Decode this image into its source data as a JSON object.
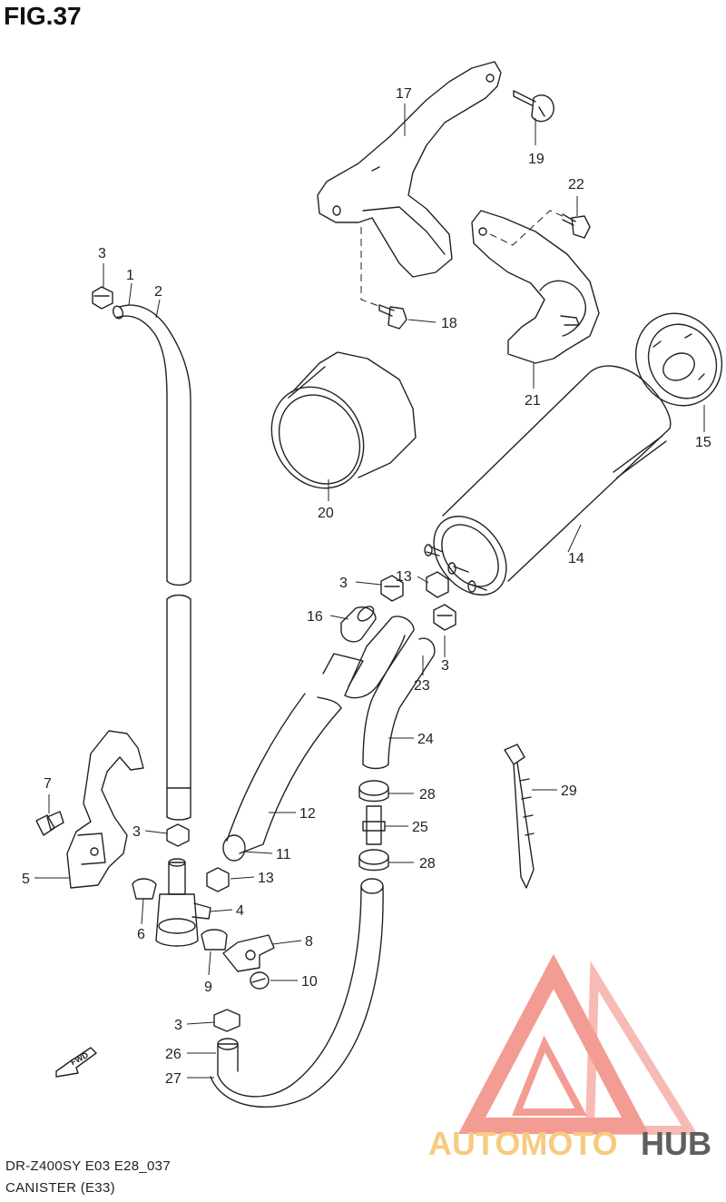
{
  "figure": {
    "title": "FIG.37",
    "model_code": "DR-Z400SY E03 E28_037",
    "caption": "CANISTER (E33)"
  },
  "watermark": {
    "brand_part1": "AUTOMOTO",
    "brand_part2": "HUB",
    "color_primary": "#f28b82",
    "color_secondary": "#f5c26b",
    "color_dark": "#444444"
  },
  "fwd_label": "FWD",
  "callouts": {
    "c1": "1",
    "c2": "2",
    "c3a": "3",
    "c3b": "3",
    "c3c": "3",
    "c3d": "3",
    "c3e": "3",
    "c4": "4",
    "c5": "5",
    "c6": "6",
    "c7": "7",
    "c8": "8",
    "c9": "9",
    "c10": "10",
    "c11": "11",
    "c12": "12",
    "c13a": "13",
    "c13b": "13",
    "c14": "14",
    "c15": "15",
    "c16": "16",
    "c17": "17",
    "c18": "18",
    "c19": "19",
    "c20": "20",
    "c21": "21",
    "c22": "22",
    "c23": "23",
    "c24": "24",
    "c25": "25",
    "c26": "26",
    "c27": "27",
    "c28a": "28",
    "c28b": "28",
    "c29": "29"
  }
}
